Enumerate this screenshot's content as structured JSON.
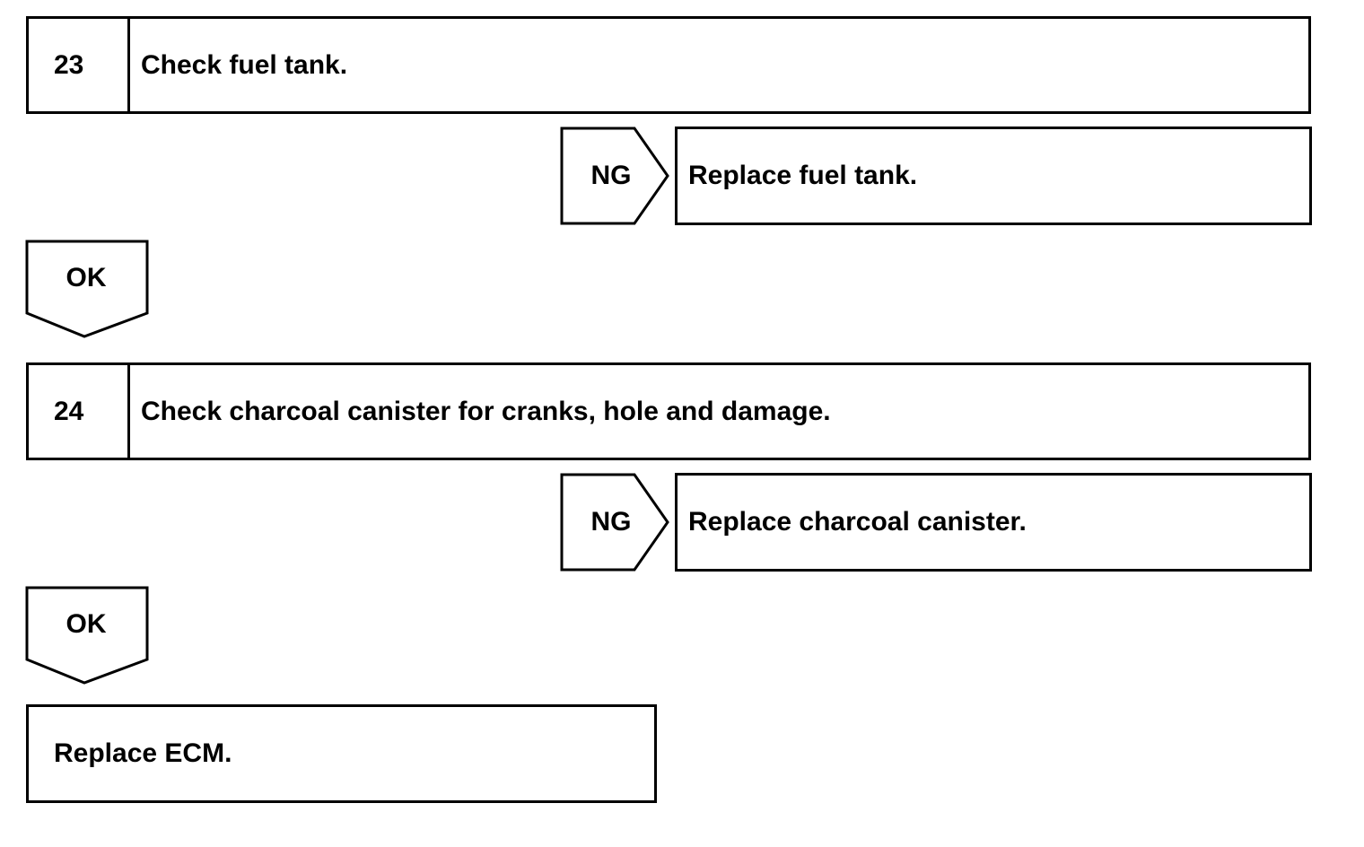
{
  "steps": [
    {
      "number": "23",
      "text": "Check fuel tank.",
      "ng_label": "NG",
      "ng_action": "Replace fuel tank.",
      "ok_label": "OK"
    },
    {
      "number": "24",
      "text": "Check charcoal canister for cranks, hole and damage.",
      "ng_label": "NG",
      "ng_action": "Replace charcoal canister.",
      "ok_label": "OK"
    }
  ],
  "final_action": "Replace ECM."
}
